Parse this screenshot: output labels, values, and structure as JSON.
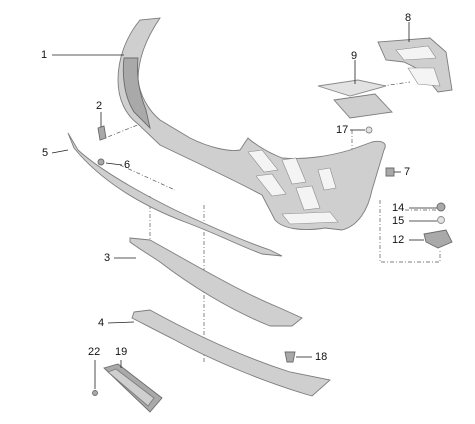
{
  "callouts": [
    {
      "id": "1",
      "label": "1"
    },
    {
      "id": "2",
      "label": "2"
    },
    {
      "id": "3",
      "label": "3"
    },
    {
      "id": "4",
      "label": "4"
    },
    {
      "id": "5",
      "label": "5"
    },
    {
      "id": "6",
      "label": "6"
    },
    {
      "id": "7",
      "label": "7"
    },
    {
      "id": "8",
      "label": "8"
    },
    {
      "id": "9",
      "label": "9"
    },
    {
      "id": "12",
      "label": "12"
    },
    {
      "id": "14",
      "label": "14"
    },
    {
      "id": "15",
      "label": "15"
    },
    {
      "id": "17",
      "label": "17"
    },
    {
      "id": "18",
      "label": "18"
    },
    {
      "id": "19",
      "label": "19"
    },
    {
      "id": "22",
      "label": "22"
    }
  ]
}
